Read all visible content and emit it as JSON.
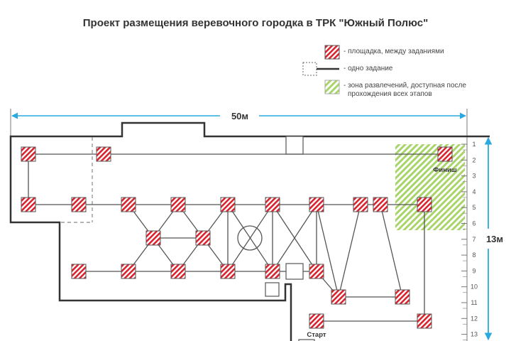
{
  "title": "Проект размещения веревочного городка в ТРК \"Южный Полюс\"",
  "legend": {
    "items": [
      {
        "symbol": "red-hatched-square",
        "label": "- площадка, между заданиями"
      },
      {
        "symbol": "dashed-square-with-line",
        "label": "- одно задание"
      },
      {
        "symbol": "green-hatched-square",
        "label_line1": "- зона развлечений, доступная после",
        "label_line2": "прохождения всех этапов"
      }
    ]
  },
  "dimensions": {
    "width_label": "50м",
    "height_label": "13м"
  },
  "scale": {
    "ticks": [
      "1",
      "2",
      "3",
      "4",
      "5",
      "6",
      "7",
      "8",
      "9",
      "10",
      "11",
      "12",
      "13"
    ]
  },
  "labels": {
    "finish": "Финиш",
    "start": "Старт"
  },
  "colors": {
    "platform_red": "#d9232e",
    "zone_green": "#a9d46a",
    "dimension_blue": "#29a9e0",
    "wall": "#333333",
    "line": "#555555"
  }
}
